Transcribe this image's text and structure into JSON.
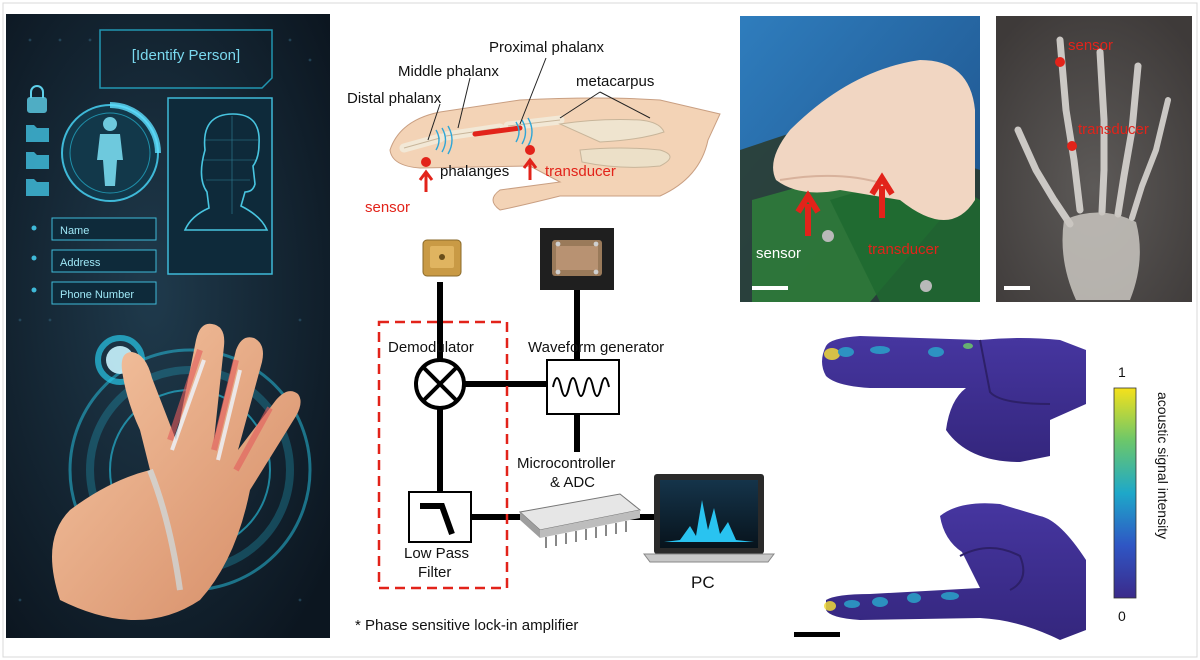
{
  "left_panel": {
    "identify_title": "[Identify Person]",
    "form_fields": [
      "Name",
      "Address",
      "Phone Number"
    ]
  },
  "anatomy": {
    "labels": {
      "proximal": "Proximal phalanx",
      "middle": "Middle phalanx",
      "distal": "Distal phalanx",
      "metacarpus": "metacarpus",
      "phalanges": "phalanges",
      "sensor": "sensor",
      "transducer": "transducer"
    }
  },
  "photo": {
    "sensor": "sensor",
    "transducer": "transducer"
  },
  "xray": {
    "sensor": "sensor",
    "transducer": "transducer"
  },
  "block_diagram": {
    "demodulator": "Demodulator",
    "waveform_generator": "Waveform generator",
    "microcontroller_line1": "Microcontroller",
    "microcontroller_line2": "& ADC",
    "low_pass_line1": "Low Pass",
    "low_pass_line2": "Filter",
    "pc": "PC",
    "footnote": "* Phase sensitive lock-in amplifier"
  },
  "colorbar": {
    "label": "acoustic signal intensity",
    "max": "1",
    "min": "0"
  },
  "colors": {
    "accent_red": "#e2231a",
    "cyan": "#28c8e8",
    "heat_low": "#3b2a8a",
    "heat_high": "#f5e11b"
  }
}
